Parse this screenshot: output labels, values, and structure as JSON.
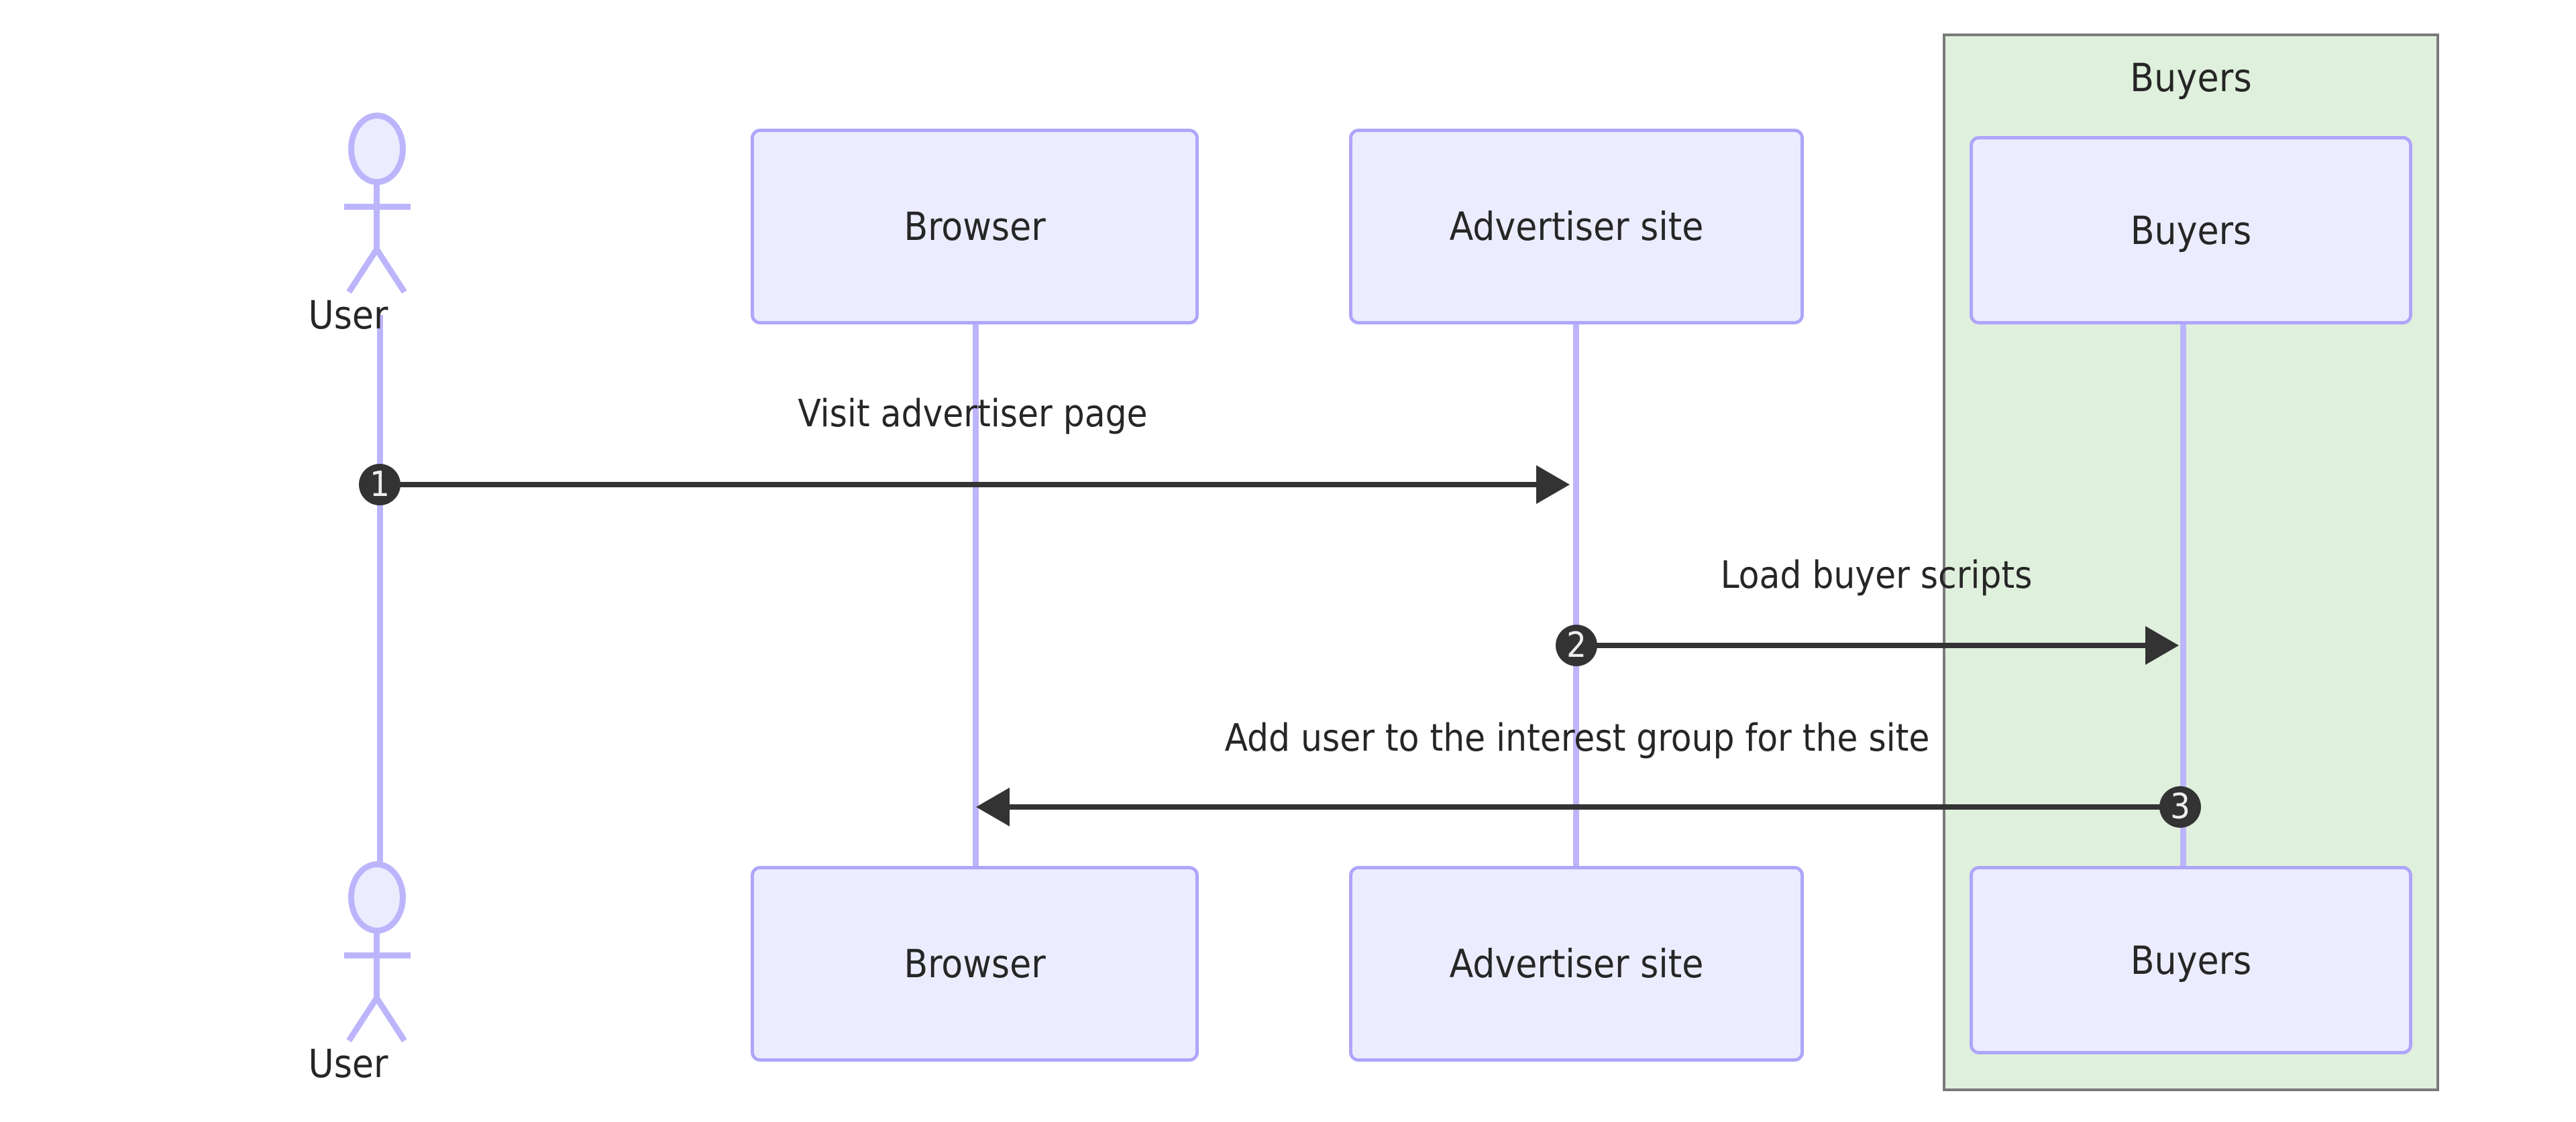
{
  "diagram": {
    "type": "sequence-diagram",
    "colors": {
      "participant_fill": "#ececff",
      "participant_border": "#afa5fa",
      "lifeline": "#bdb5fb",
      "group_fill": "#dff0dc",
      "group_border": "#7a7a7a",
      "arrow": "#333333",
      "text": "#262626",
      "badge_fill": "#333333",
      "badge_text": "#eeeeee",
      "background": "#ffffff"
    },
    "group": {
      "label": "Buyers"
    },
    "participants": [
      {
        "name": "User",
        "type": "actor"
      },
      {
        "name": "Browser",
        "type": "participant"
      },
      {
        "name": "Advertiser site",
        "type": "participant"
      },
      {
        "name": "Buyers",
        "type": "participant"
      }
    ],
    "participants_bottom": [
      {
        "name": "User",
        "type": "actor"
      },
      {
        "name": "Browser",
        "type": "participant"
      },
      {
        "name": "Advertiser site",
        "type": "participant"
      },
      {
        "name": "Buyers",
        "type": "participant"
      }
    ],
    "messages": [
      {
        "number": "1",
        "label": "Visit advertiser page",
        "from": "User",
        "to": "Advertiser site",
        "direction": "right"
      },
      {
        "number": "2",
        "label": "Load buyer scripts",
        "from": "Advertiser site",
        "to": "Buyers",
        "direction": "right"
      },
      {
        "number": "3",
        "label": "Add user to the interest group for the site",
        "from": "Buyers",
        "to": "Browser",
        "direction": "left"
      }
    ]
  }
}
